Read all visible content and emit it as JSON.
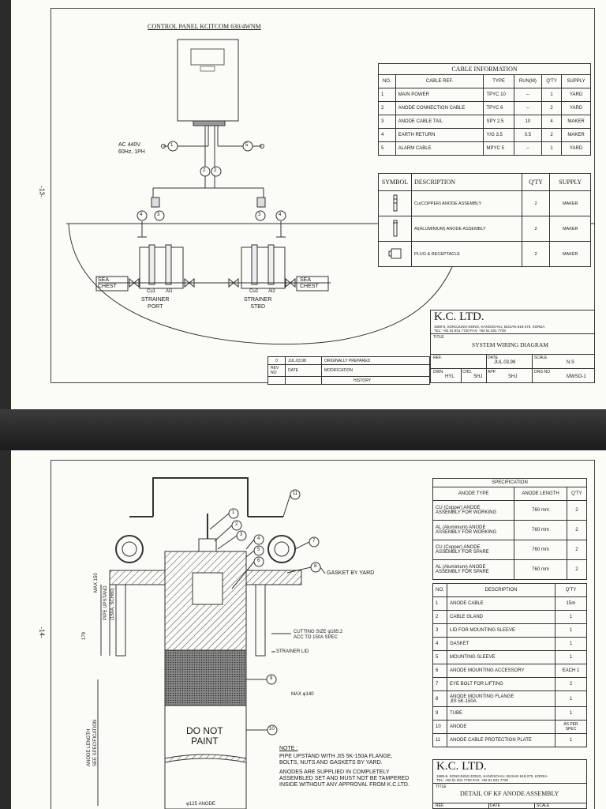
{
  "page1": {
    "side_number": "-13-",
    "panel_title": "CONTROL PANEL KCITCOM 630/4WNM",
    "ac_label_1": "AC 440V",
    "ac_label_2": "60Hz, 1PH",
    "circle_labels": [
      "1",
      "2",
      "2",
      "3",
      "3",
      "4",
      "4",
      "5"
    ],
    "sea_chest_left": "SEA\nCHEST",
    "sea_chest_right": "SEA\nCHEST",
    "strainer_port": "STRAINER\nPORT",
    "strainer_stbd": "STRAINER\nSTBD",
    "anode_labels": [
      "Cu1",
      "Al1",
      "Cu2",
      "Al2"
    ],
    "cable_info": {
      "caption": "CABLE INFORMATION",
      "headers": [
        "NO.",
        "CABLE REF.",
        "TYPE",
        "RUN(M)",
        "Q'TY",
        "SUPPLY"
      ],
      "rows": [
        [
          "1",
          "MAIN POWER",
          "TPYC 10",
          "–",
          "1",
          "YARD"
        ],
        [
          "2",
          "ANODE CONNECTION CABLE",
          "TPYC 6",
          "–",
          "2",
          "YARD"
        ],
        [
          "3",
          "ANODE CABLE TAIL",
          "SPY 2.5",
          "10",
          "4",
          "MAKER"
        ],
        [
          "4",
          "EARTH RETURN",
          "Y/G 3.5",
          "0.5",
          "2",
          "MAKER"
        ],
        [
          "5",
          "ALARM CABLE",
          "MPYC 5",
          "–",
          "1",
          "YARD"
        ]
      ]
    },
    "symbol_table": {
      "headers": [
        "SYMBOL",
        "DESCRIPTION",
        "Q'TY",
        "SUPPLY"
      ],
      "rows": [
        [
          "",
          "Cu(COPPER) ANODE ASSEMBLY",
          "2",
          "MAKER"
        ],
        [
          "",
          "Al(ALUMINIUM) ANODE ASSEMBLY",
          "2",
          "MAKER"
        ],
        [
          "",
          "PLUG & RECEPTACLE",
          "2",
          "MAKER"
        ]
      ]
    },
    "company": "K.C. LTD.",
    "address": "1589-8, SONGJUNG-DONG, KANGSO-KU, BUSAN 618-270, KOREA",
    "tel": "TEL: +82 51 831 7720    FAX: +82 51 831 7728",
    "title_label": "TITLE",
    "drawing_title": "SYSTEM WIRING DIAGRAM",
    "ref_label": "REF.",
    "date_label": "DATE",
    "date_value": "JUL.03,98",
    "scale_label": "SCALE",
    "scale_value": "N.S",
    "dwn_label": "DWN.",
    "dwn_value": "HYL",
    "chd_label": "CHD.",
    "chd_value": "SHJ",
    "app_label": "APP.",
    "app_value": "SHJ",
    "drgno_label": "DRG NO",
    "drgno_value": "MWSO-1",
    "history": {
      "row": [
        "0",
        "JUL.03,98",
        "ORIGINALLY PREPARED"
      ],
      "headers": [
        "REV NO",
        "DATE",
        "MODIFICATION"
      ],
      "footer": "HISTORY"
    }
  },
  "page2": {
    "side_number": "-14-",
    "callouts": [
      "1",
      "2",
      "3",
      "4",
      "5",
      "6",
      "7",
      "8",
      "9",
      "10",
      "11"
    ],
    "gasket_label": "GASKET BY YARD",
    "cutting_1": "CUTTING SIZE φ165.2",
    "cutting_2": "ACC TO 150A SPEC",
    "strainer_lid": "STRAINER LID",
    "max140": "MAX φ140",
    "max150": "MAX 150",
    "pipe_upstand": "PIPE UPSTAND",
    "pipe_spec": "(150A, SCH80)",
    "dim179": "179",
    "anode_length": "ANODE LENGTH",
    "see_spec": "SEE SPECIFICATION",
    "do_not_paint": "DO NOT\nPAINT",
    "bottom_dim": "φ125 ANODE",
    "note_title": "NOTE :",
    "note_1": "PIPE UPSTAND WITH JIS 5K-150A FLANGE,\nBOLTS, NUTS AND GASKETS BY YARD.",
    "note_2": "ANODES ARE SUPPLIED IN COMPLETELY\nASSEMBLED SET AND MUST NOT BE TAMPERED\nINSIDE WITHOUT ANY APPROVAL FROM K.C.LTD.",
    "spec_table": {
      "caption": "SPECIFICATION",
      "headers": [
        "ANODE TYPE",
        "ANODE LENGTH",
        "Q'TY"
      ],
      "rows": [
        [
          "CU (Copper) ANODE\nASSEMBLY FOR WORKING",
          "760 mm",
          "2"
        ],
        [
          "AL (Aluminium) ANODE\nASSEMBLY FOR WORKING",
          "760 mm",
          "2"
        ],
        [
          "CU (Copper) ANODE\nASSEMBLY FOR SPARE",
          "760 mm",
          "2"
        ],
        [
          "AL (Aluminium) ANODE\nASSEMBLY FOR SPARE",
          "760 mm",
          "2"
        ]
      ]
    },
    "parts_table": {
      "headers": [
        "NO.",
        "DESCRIPTION",
        "Q'TY"
      ],
      "rows": [
        [
          "1",
          "ANODE CABLE",
          "15m"
        ],
        [
          "2",
          "CABLE GLAND",
          "1"
        ],
        [
          "3",
          "LID FOR MOUNTING SLEEVE",
          "1"
        ],
        [
          "4",
          "GASKET",
          "1"
        ],
        [
          "5",
          "MOUNTING SLEEVE",
          "1"
        ],
        [
          "6",
          "ANODE MOUNTING ACCESSORY",
          "EACH 1"
        ],
        [
          "7",
          "EYE BOLT FOR LIFTING",
          "2"
        ],
        [
          "8",
          "ANODE MOUNTING FLANGE\nJIS 5K-150A",
          "1"
        ],
        [
          "9",
          "TUBE",
          "1"
        ],
        [
          "10",
          "ANODE",
          "AS PER SPEC"
        ],
        [
          "11",
          "ANODE CABLE PROTECTION PLATE",
          "1"
        ]
      ]
    },
    "company": "K.C. LTD.",
    "address": "1589-8, SONGJUNG-DONG, KANGSO-KU, BUSAN 618-270, KOREA",
    "tel": "TEL: +82 51 831 7720    FAX: +82 51 831 7728",
    "title_label": "TITLE",
    "drawing_title": "DETAIL OF KF ANODE ASSEMBLY",
    "ref_label": "REF.",
    "date_label": "DATE",
    "scale_label": "SCALE"
  }
}
